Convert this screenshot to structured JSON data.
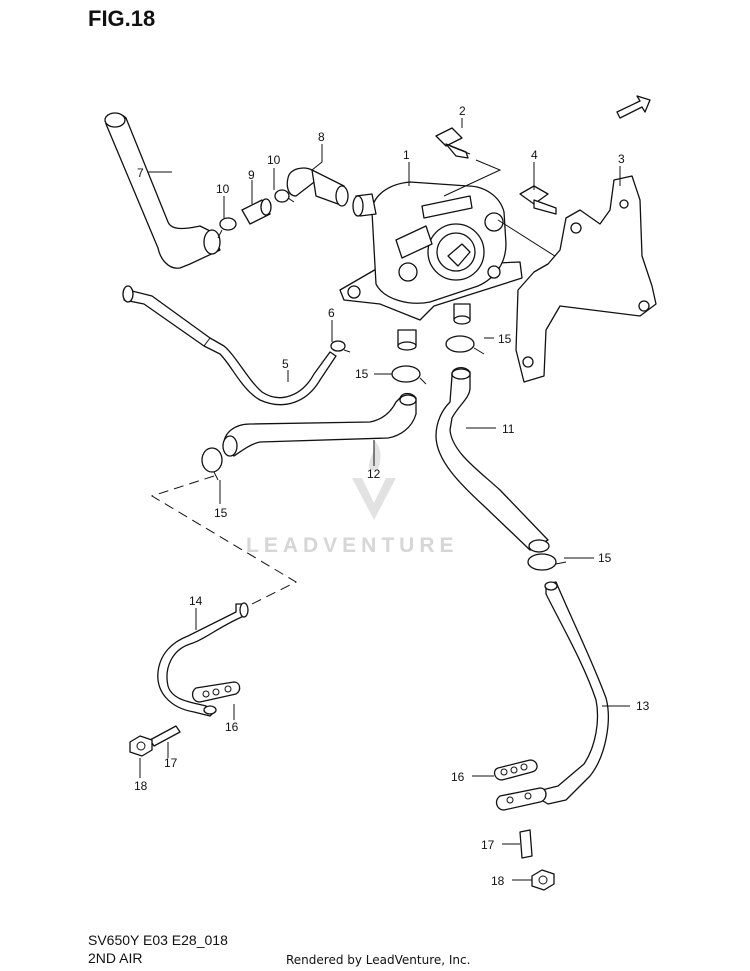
{
  "figure": {
    "title": "FIG.18",
    "model_code": "SV650Y E03 E28_018",
    "section_name": "2ND AIR",
    "credit": "Rendered by LeadVenture, Inc.",
    "watermark": "LEADVENTURE",
    "fwd_marker": "FWD"
  },
  "callouts": [
    {
      "id": "c1",
      "label": "1"
    },
    {
      "id": "c2",
      "label": "2"
    },
    {
      "id": "c3",
      "label": "3"
    },
    {
      "id": "c4",
      "label": "4"
    },
    {
      "id": "c5",
      "label": "5"
    },
    {
      "id": "c6",
      "label": "6"
    },
    {
      "id": "c7",
      "label": "7"
    },
    {
      "id": "c8",
      "label": "8"
    },
    {
      "id": "c9",
      "label": "9"
    },
    {
      "id": "c10a",
      "label": "10"
    },
    {
      "id": "c10b",
      "label": "10"
    },
    {
      "id": "c11",
      "label": "11"
    },
    {
      "id": "c12",
      "label": "12"
    },
    {
      "id": "c13",
      "label": "13"
    },
    {
      "id": "c14",
      "label": "14"
    },
    {
      "id": "c15a",
      "label": "15"
    },
    {
      "id": "c15b",
      "label": "15"
    },
    {
      "id": "c15c",
      "label": "15"
    },
    {
      "id": "c15d",
      "label": "15"
    },
    {
      "id": "c16a",
      "label": "16"
    },
    {
      "id": "c16b",
      "label": "16"
    },
    {
      "id": "c17a",
      "label": "17"
    },
    {
      "id": "c17b",
      "label": "17"
    },
    {
      "id": "c18a",
      "label": "18"
    },
    {
      "id": "c18b",
      "label": "18"
    }
  ]
}
